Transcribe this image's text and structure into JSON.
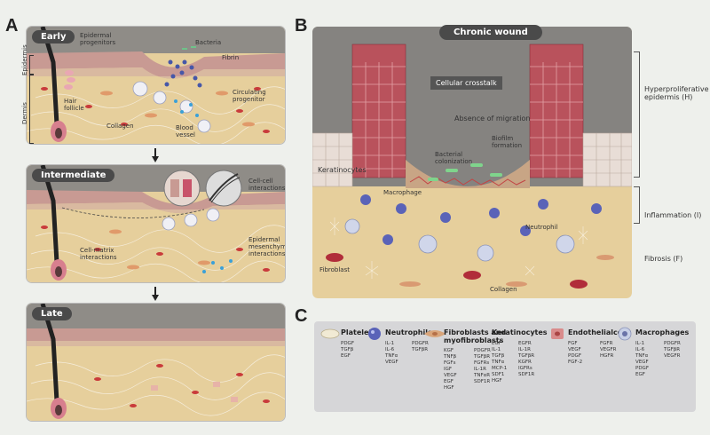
{
  "panels": {
    "a": "A",
    "b": "B",
    "c": "C"
  },
  "stages": {
    "early": "Early",
    "intermediate": "Intermediate",
    "late": "Late"
  },
  "early_labels": {
    "epidermal_progenitors": "Epidermal\nprogenitors",
    "bacteria": "Bacteria",
    "fibrin": "Fibrin",
    "hair_follicle": "Hair\nfollicle",
    "circulating_progenitor": "Circulating\nprogenitor",
    "collagen": "Collagen",
    "blood_vessel": "Blood\nvessel",
    "epidermis": "Epidermis",
    "dermis": "Dermis"
  },
  "intermediate_labels": {
    "cell_cell": "Cell-cell\ninteractions",
    "cell_matrix": "Cell-matrix\ninteractions",
    "epidermal_mesenchymal": "Epidermal\nmesenchymal\ninteractions"
  },
  "chronic": {
    "title": "Chronic wound",
    "crosstalk": "Cellular crosstalk",
    "absence_migration": "Absence of migration",
    "biofilm": "Biofilm\nformation",
    "bacterial_colonization": "Bacterial\ncolonization",
    "keratinocytes": "Keratinocytes",
    "macrophage": "Macrophage",
    "neutrophil": "Neutrophil",
    "fibroblast": "Fibroblast",
    "collagen": "Collagen",
    "hyperproliferative": "Hyperproliferative\nepidermis (H)",
    "inflammation": "Inflammation (I)",
    "fibrosis": "Fibrosis (F)"
  },
  "legend": [
    {
      "title": "Platelets",
      "cols": [
        [
          "PDGF",
          "TGFβ",
          "EGF"
        ]
      ],
      "icon": "platelet",
      "color": "#f1ead4"
    },
    {
      "title": "Neutrophils",
      "cols": [
        [
          "IL-1",
          "IL-6",
          "TNFα",
          "VEGF"
        ],
        [
          "PDGFR",
          "TGFβR"
        ]
      ],
      "icon": "neutrophil",
      "color": "#5a63b8"
    },
    {
      "title": "Fibroblasts and\nmyofibroblasts",
      "cols": [
        [
          "KGF",
          "TNFβ",
          "FGFs",
          "IGF",
          "VEGF",
          "EGF",
          "HGF"
        ],
        [
          "PDGFR",
          "TGFβR",
          "FGFRs",
          "IL-1R",
          "TNFαR",
          "SDF1R"
        ]
      ],
      "icon": "fibroblast",
      "color": "#d9a57a"
    },
    {
      "title": "Keratinocytes",
      "cols": [
        [
          "EGF",
          "IL-1",
          "TGFβ",
          "TNFα",
          "MCP-1",
          "SDF1",
          "HGF"
        ],
        [
          "EGFR",
          "IL-1R",
          "TGFβR",
          "KGFR",
          "IGFRs",
          "SDF1R"
        ]
      ],
      "icon": "none",
      "color": ""
    },
    {
      "title": "Endothelialcells",
      "cols": [
        [
          "FGF",
          "VEGF",
          "PDGF",
          "FGF-2"
        ],
        [
          "FGFR",
          "VEGFR",
          "HGFR"
        ]
      ],
      "icon": "endothelial",
      "color": "#d98b8b"
    },
    {
      "title": "Macrophages",
      "cols": [
        [
          "IL-1",
          "IL-6",
          "TNFα",
          "VEGF",
          "PDGF",
          "EGF"
        ],
        [
          "PDGFR",
          "TGFβR",
          "VEGFR"
        ]
      ],
      "icon": "macrophage",
      "color": "#c8d0e6"
    }
  ]
}
